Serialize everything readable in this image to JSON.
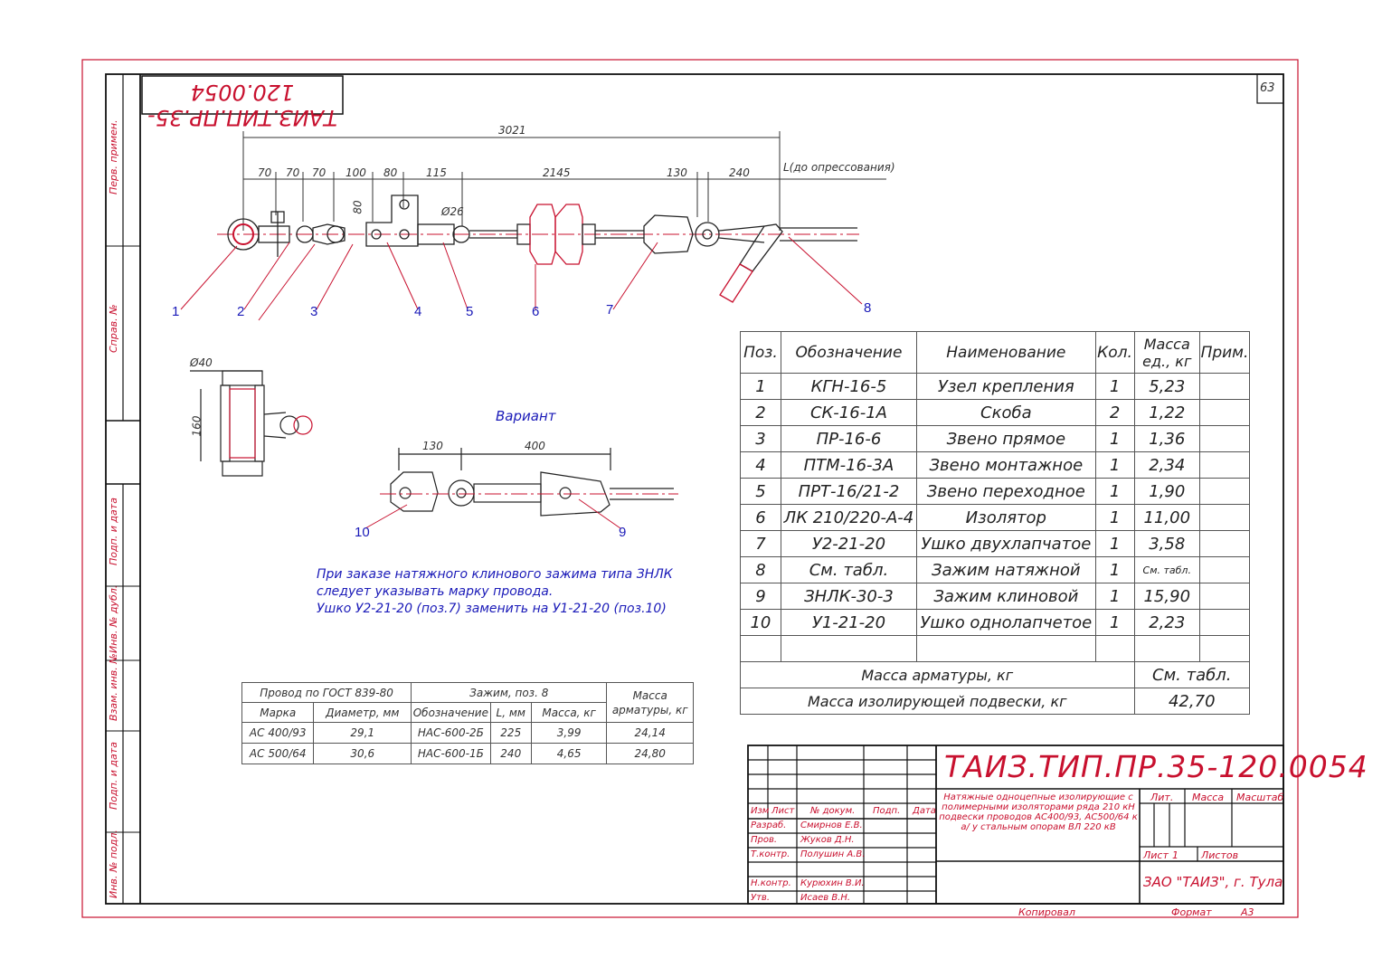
{
  "sheet": {
    "page_number": "63",
    "code_rotated": "ТАИЗ.ТИП.ПР.35-120.0054",
    "side_labels": [
      "Перв. примен.",
      "Справ. №",
      "Подп. и дата",
      "Инв. № дубл.",
      "Взам. инв. №",
      "Подп. и дата",
      "Инв. № подл."
    ]
  },
  "drawing": {
    "dim_total": "3021",
    "dims": [
      "70",
      "70",
      "70",
      "100",
      "80",
      "115",
      "2145",
      "130",
      "240"
    ],
    "dim_L": "L(до опрессования)",
    "dim_80": "80",
    "dim_phi26": "Ø26",
    "callouts": [
      "1",
      "2",
      "3",
      "4",
      "5",
      "6",
      "7",
      "8"
    ],
    "side_view": {
      "phi": "Ø40",
      "height": "160"
    },
    "variant": {
      "title": "Вариант",
      "dims": [
        "130",
        "400"
      ],
      "callouts": [
        "10",
        "9"
      ]
    },
    "note": [
      "При заказе натяжного клинового зажима типа ЗНЛК",
      "следует указывать марку провода.",
      "Ушко У2-21-20 (поз.7) заменить на У1-21-20 (поз.10)"
    ]
  },
  "spec_table": {
    "headers": [
      "Поз.",
      "Обозначение",
      "Наименование",
      "Кол.",
      "Масса ед., кг",
      "Прим."
    ],
    "rows": [
      [
        "1",
        "КГН-16-5",
        "Узел крепления",
        "1",
        "5,23",
        ""
      ],
      [
        "2",
        "СК-16-1А",
        "Скоба",
        "2",
        "1,22",
        ""
      ],
      [
        "3",
        "ПР-16-6",
        "Звено прямое",
        "1",
        "1,36",
        ""
      ],
      [
        "4",
        "ПТМ-16-3А",
        "Звено монтажное",
        "1",
        "2,34",
        ""
      ],
      [
        "5",
        "ПРТ-16/21-2",
        "Звено переходное",
        "1",
        "1,90",
        ""
      ],
      [
        "6",
        "ЛК 210/220-А-4",
        "Изолятор",
        "1",
        "11,00",
        ""
      ],
      [
        "7",
        "У2-21-20",
        "Ушко двухлапчатое",
        "1",
        "3,58",
        ""
      ],
      [
        "8",
        "См. табл.",
        "Зажим натяжной",
        "1",
        "См. табл.",
        ""
      ],
      [
        "9",
        "ЗНЛК-30-3",
        "Зажим клиновой",
        "1",
        "15,90",
        ""
      ],
      [
        "10",
        "У1-21-20",
        "Ушко однолапчетое",
        "1",
        "2,23",
        ""
      ]
    ],
    "mass_fittings_label": "Масса арматуры, кг",
    "mass_fittings_value": "См. табл.",
    "mass_total_label": "Масса изолирующей подвески, кг",
    "mass_total_value": "42,70"
  },
  "wire_table": {
    "group1": "Провод по ГОСТ 839-80",
    "group2": "Зажим, поз. 8",
    "group3": "Масса арматуры, кг",
    "sub": [
      "Марка",
      "Диаметр, мм",
      "Обозначение",
      "L, мм",
      "Масса, кг"
    ],
    "rows": [
      [
        "АС 400/93",
        "29,1",
        "НАС-600-2Б",
        "225",
        "3,99",
        "24,14"
      ],
      [
        "АС 500/64",
        "30,6",
        "НАС-600-1Б",
        "240",
        "4,65",
        "24,80"
      ]
    ]
  },
  "title_block": {
    "code": "ТАИЗ.ТИП.ПР.35-120.0054",
    "description": "Натяжные одноцепные изолирующие с полимерными изоляторами ряда 210 кН подвески проводов АС400/93, АС500/64 к а/ у стальным опорам ВЛ 220 кВ",
    "col_heads": [
      "Изм",
      "Лист",
      "№ докум.",
      "Подп.",
      "Дата"
    ],
    "roles": [
      {
        "role": "Разраб.",
        "name": "Смирнов Е.В."
      },
      {
        "role": "Пров.",
        "name": "Жуков Д.Н."
      },
      {
        "role": "Т.контр.",
        "name": "Полушин А.В."
      },
      {
        "role": "Н.контр.",
        "name": "Курюхин В.И."
      },
      {
        "role": "Утв.",
        "name": "Исаев В.Н."
      }
    ],
    "lit": "Лит.",
    "mass": "Масса",
    "scale": "Масштаб",
    "sheet": "Лист",
    "sheet_no": "1",
    "sheets": "Листов",
    "company": "ЗАО \"ТАИЗ\", г. Тула",
    "copied": "Копировал",
    "format_label": "Формат",
    "format": "А3"
  }
}
